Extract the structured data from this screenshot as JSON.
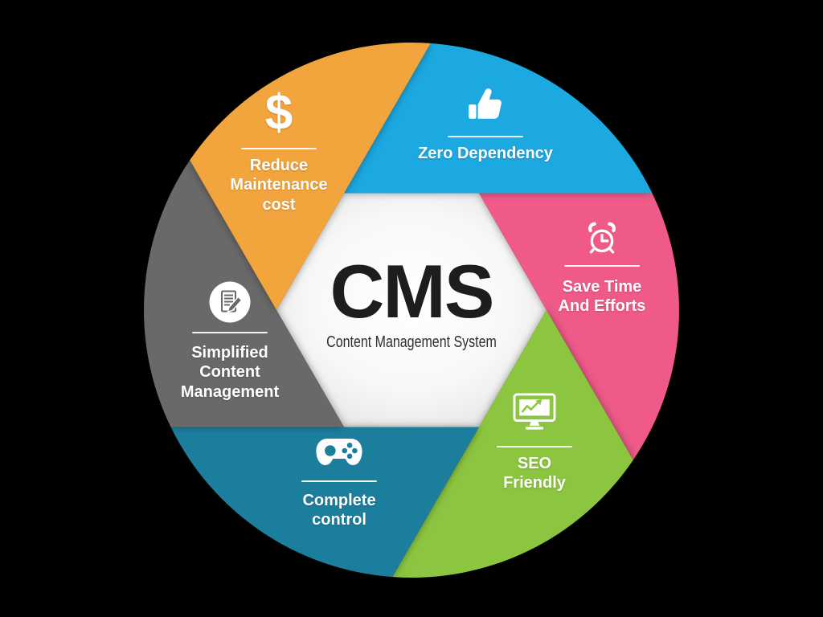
{
  "background_color": "#000000",
  "center": {
    "title": "CMS",
    "subtitle": "Content Management System",
    "bg_color": "#f7f7f7",
    "title_color": "#1d1d1b"
  },
  "segments": [
    {
      "label": "Reduce Maintenance cost",
      "color": "#F2A43C",
      "icon": "dollar-icon",
      "glyph": "$"
    },
    {
      "label": "Zero Dependency",
      "color": "#1FA8E1",
      "icon": "thumbs-up-icon"
    },
    {
      "label": "Save Time And Efforts",
      "color": "#EF5A89",
      "icon": "alarm-clock-icon"
    },
    {
      "label": "SEO Friendly",
      "color": "#8CC63F",
      "icon": "seo-monitor-icon"
    },
    {
      "label": "Complete control",
      "color": "#1B7E9D",
      "icon": "game-controller-icon"
    },
    {
      "label": "Simplified Content Management",
      "color": "#696969",
      "icon": "document-edit-icon"
    }
  ]
}
